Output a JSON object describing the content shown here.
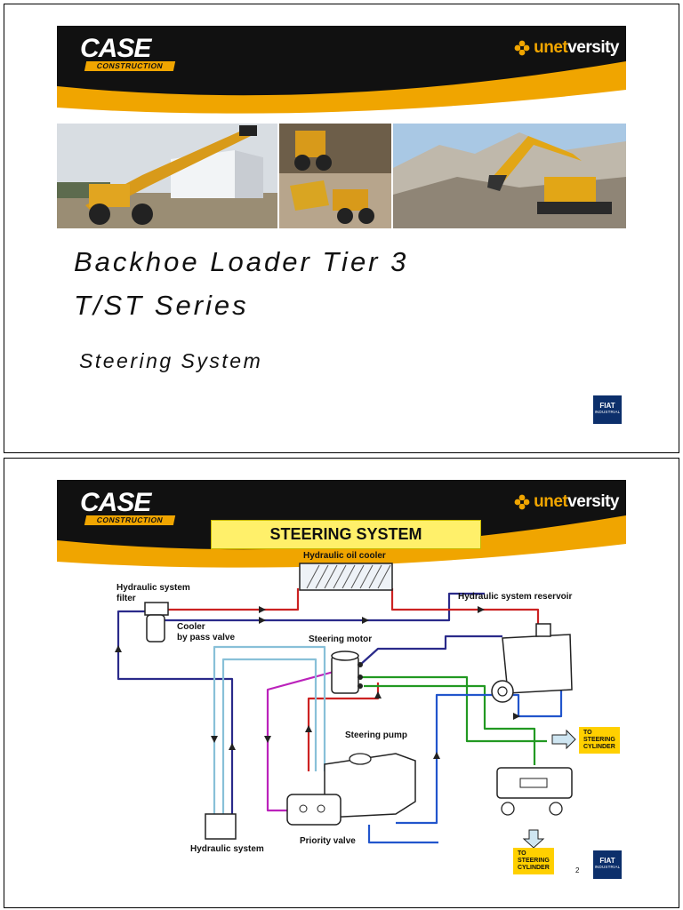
{
  "branding": {
    "case_logo": "CASE",
    "case_logo_sub": "CONSTRUCTION",
    "unet_logo_prefix": "unet",
    "unet_logo_suffix": "versity",
    "fiat_line1": "FIAT",
    "fiat_line2": "INDUSTRIAL",
    "colors": {
      "banner_dark": "#111111",
      "accent_orange": "#f0a500",
      "fiat_blue": "#0c2f6b",
      "title_yellow": "#fff06a"
    }
  },
  "slide1": {
    "title_line1": "Backhoe Loader Tier 3",
    "title_line2": "T/ST Series",
    "subtitle": "Steering System"
  },
  "slide2": {
    "section_title": "STEERING SYSTEM",
    "labels": {
      "oil_cooler": "Hydraulic oil cooler",
      "system_filter_1": "Hydraulic system",
      "system_filter_2": "filter",
      "cooler_bypass_1": "Cooler",
      "cooler_bypass_2": "by pass valve",
      "reservoir": "Hydraulic system reservoir",
      "steering_motor": "Steering motor",
      "steering_pump": "Steering pump",
      "priority_valve": "Priority valve",
      "hydraulic_system": "Hydraulic system"
    },
    "tags": {
      "cyl_right_1": "TO",
      "cyl_right_2": "STEERING",
      "cyl_right_3": "CYLINDER",
      "cyl_bottom_1": "TO",
      "cyl_bottom_2": "STEERING",
      "cyl_bottom_3": "CYLINDER"
    },
    "page_number": "2",
    "line_colors": {
      "return": "#2a2a8a",
      "pressure": "#cc2222",
      "motor": "#bb22bb",
      "cylinder": "#229922",
      "suction": "#88c0d8",
      "drain": "#2255cc"
    }
  }
}
